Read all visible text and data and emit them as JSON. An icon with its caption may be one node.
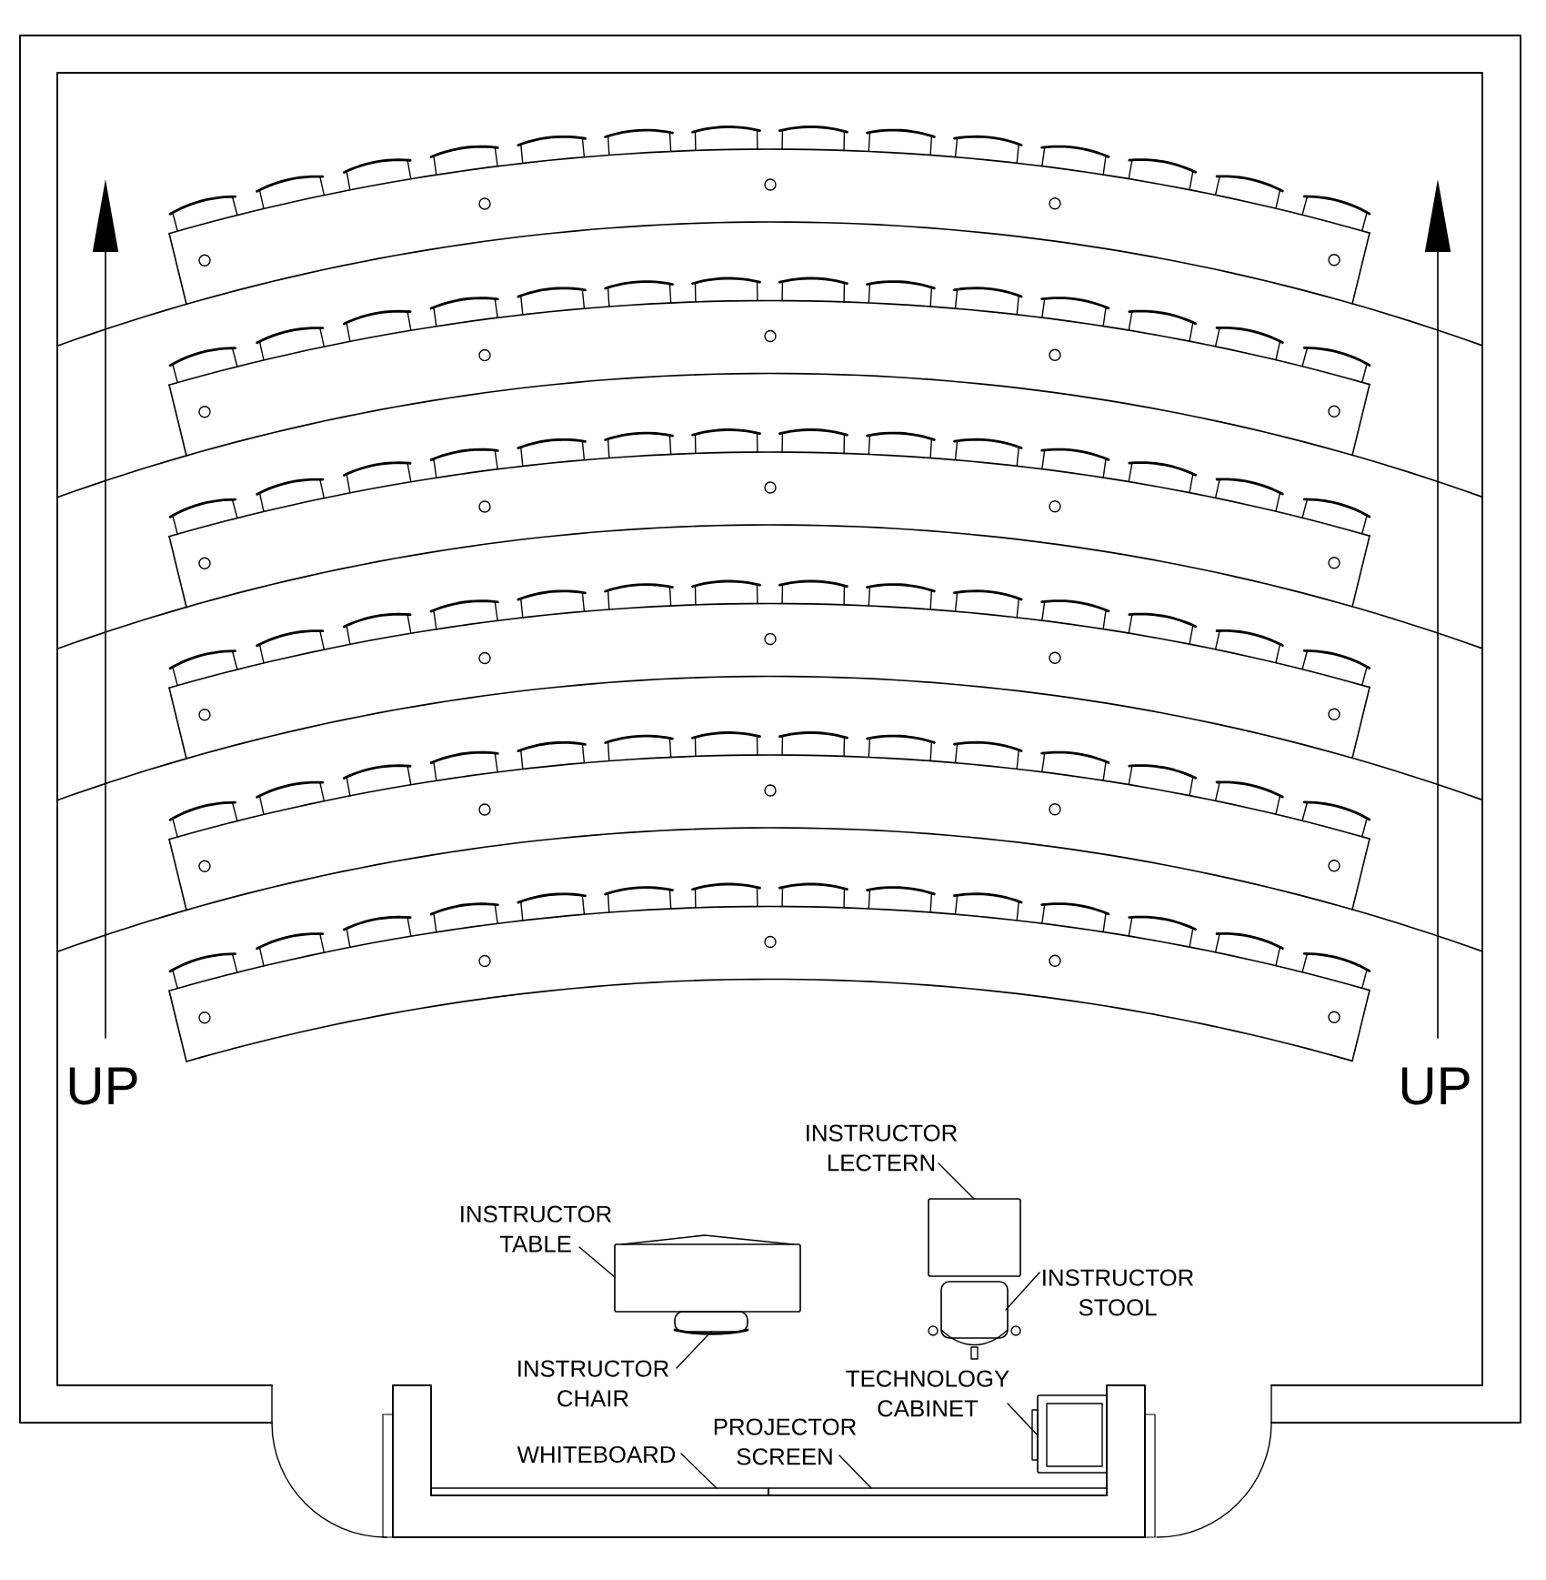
{
  "diagram": {
    "nodes": [
      {
        "text": [
          "INSTRUCTOR LECTERN"
        ]
      },
      {
        "text": [],
        "shape": "box"
      },
      {
        "text": [
          "INSTRUCTOR TABLE"
        ]
      },
      {
        "text": [],
        "shape": "box"
      },
      {
        "text": [
          "INSTRUCTOR STOOL"
        ]
      },
      {
        "text": [],
        "shape": "chair"
      },
      {
        "text": [
          "INSTRUCTOR CHAIR"
        ]
      },
      {
        "text": [],
        "shape": "chair"
      },
      {
        "text": [
          "TECHNOLOGY CABINET"
        ]
      },
      {
        "text": [],
        "shape": "box"
      },
      {
        "text": [
          "WHITEBOARD"
        ]
      },
      {
        "text": [],
        "shape": "bar"
      },
      {
        "text": [
          "PROJECTOR SCREEN"
        ]
      },
      {
        "text": [],
        "shape": "bar"
      }
    ],
    "edges": [
      {
        "from": 0,
        "to": 1,
        "arrow": "none"
      },
      {
        "from": 2,
        "to": 3,
        "arrow": "none"
      },
      {
        "from": 4,
        "to": 5,
        "arrow": "none"
      },
      {
        "from": 6,
        "to": 7,
        "arrow": "none"
      },
      {
        "from": 8,
        "to": 9,
        "arrow": "none"
      },
      {
        "from": 10,
        "to": 11,
        "arrow": "none"
      },
      {
        "from": 12,
        "to": 13,
        "arrow": "none"
      }
    ],
    "labels": [
      "UP",
      "UP"
    ]
  }
}
